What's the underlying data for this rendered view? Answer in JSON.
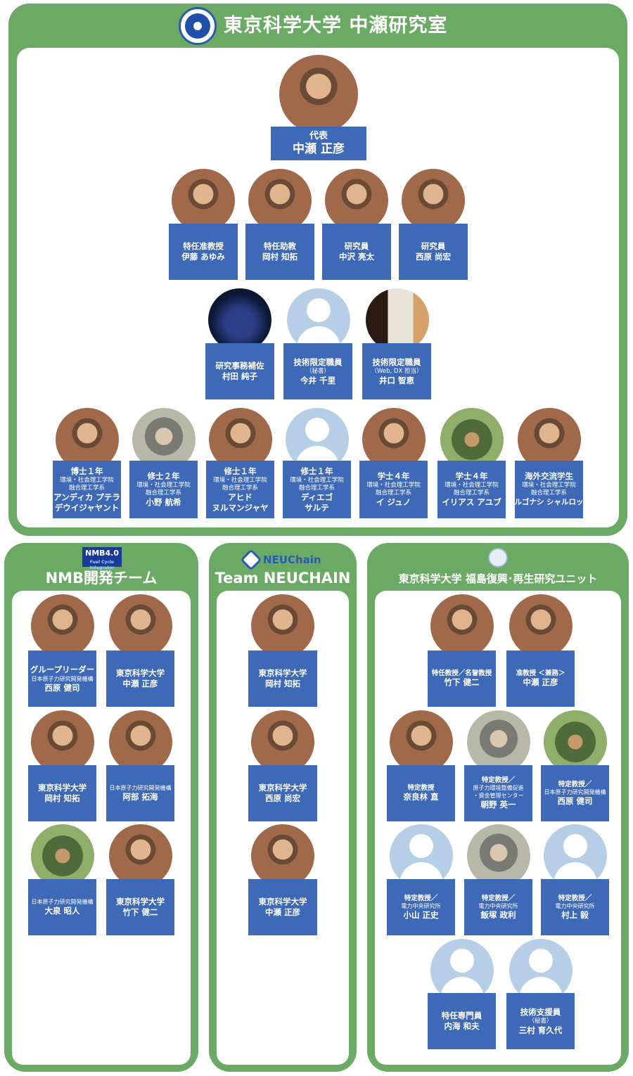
{
  "header": {
    "title": "東京科学大学 中瀬研究室"
  },
  "lab": {
    "boss": {
      "role": "代表",
      "name": "中瀬 正彦"
    },
    "row2": [
      {
        "role": "特任准教授",
        "name": "伊藤 あゆみ"
      },
      {
        "role": "特任助教",
        "name": "岡村 知拓"
      },
      {
        "role": "研究員",
        "name": "中沢 亮太"
      },
      {
        "role": "研究員",
        "name": "西原 尚宏"
      }
    ],
    "row3": [
      {
        "role": "研究事務補佐",
        "name": "村田 純子"
      },
      {
        "role": "技術限定職員",
        "sub": "（秘書）",
        "name": "今井 千里"
      },
      {
        "role": "技術限定職員",
        "sub": "（Web, DX 担当）",
        "name": "井口 智恵"
      }
    ],
    "row4": [
      {
        "role": "博士１年",
        "sub1": "環境・社会理工学院",
        "sub2": "融合理工学系",
        "name1": "アンディカ プテラ",
        "name2": "デウイジャヤント"
      },
      {
        "role": "修士２年",
        "sub1": "環境・社会理工学院",
        "sub2": "融合理工学系",
        "name1": "小野 航希",
        "name2": ""
      },
      {
        "role": "修士１年",
        "sub1": "環境・社会理工学院",
        "sub2": "融合理工学系",
        "name1": "アヒド",
        "name2": "ヌルマンジャヤ"
      },
      {
        "role": "修士１年",
        "sub1": "環境・社会理工学院",
        "sub2": "融合理工学系",
        "name1": "ディエゴ",
        "name2": "サルテ"
      },
      {
        "role": "学士４年",
        "sub1": "環境・社会理工学院",
        "sub2": "融合理工学系",
        "name1": "イ ジュノ",
        "name2": ""
      },
      {
        "role": "学士４年",
        "sub1": "環境・社会理工学院",
        "sub2": "融合理工学系",
        "name1": "イリアス アユブ",
        "name2": ""
      },
      {
        "role": "海外交流学生",
        "sub1": "環境・社会理工学院",
        "sub2": "融合理工学系",
        "name1": "オルゴナシ シャルロッテ",
        "name2": ""
      }
    ]
  },
  "nmb": {
    "badge": "NMB4.0",
    "badge_sub": "Fuel Cycle Integrator",
    "title": "NMB開発チーム",
    "members": [
      {
        "role": "グループリーダー",
        "aff": "日本原子力研究開発機構",
        "name": "西原 健司"
      },
      {
        "role": "東京科学大学",
        "aff": "",
        "name": "中瀬 正彦"
      },
      {
        "role": "東京科学大学",
        "aff": "",
        "name": "岡村 知拓"
      },
      {
        "role": "",
        "aff": "日本原子力研究開発機構",
        "name": "阿部 拓海"
      },
      {
        "role": "",
        "aff": "日本原子力研究開発機構",
        "name": "大泉 昭人"
      },
      {
        "role": "東京科学大学",
        "aff": "",
        "name": "竹下 健二"
      }
    ]
  },
  "neu": {
    "badge": "NEUChain",
    "title": "Team NEUCHAIN",
    "members": [
      {
        "role": "東京科学大学",
        "name": "岡村 知拓"
      },
      {
        "role": "東京科学大学",
        "name": "西原 尚宏"
      },
      {
        "role": "東京科学大学",
        "name": "中瀬 正彦"
      }
    ]
  },
  "fuku": {
    "title": "東京科学大学 福島復興･再生研究ユニット",
    "members": [
      {
        "role": "特任教授／名誉教授",
        "aff": "",
        "name": "竹下 健二"
      },
      {
        "role": "准教授 ＜兼務＞",
        "aff": "",
        "name": "中瀬 正彦"
      },
      {
        "role": "特定教授",
        "aff": "",
        "name": "奈良林 直"
      },
      {
        "role": "特定教授／",
        "aff": "原子力環境整備促進",
        "aff2": "・資金管理センター",
        "name": "朝野 英一"
      },
      {
        "role": "特定教授／",
        "aff": "日本原子力研究開発機構",
        "aff2": "",
        "name": "西原 健司"
      },
      {
        "role": "特定教授／",
        "aff": "電力中央研究所",
        "aff2": "",
        "name": "小山 正史"
      },
      {
        "role": "特定教授／",
        "aff": "電力中央研究所",
        "aff2": "",
        "name": "飯塚 政利"
      },
      {
        "role": "特定教授／",
        "aff": "電力中央研究所",
        "aff2": "",
        "name": "村上 毅"
      },
      {
        "role": "特任専門員",
        "aff": "",
        "name": "内海 和夫"
      },
      {
        "role": "技術支援員",
        "aff": "（秘書）",
        "name": "三村 育久代"
      }
    ]
  },
  "colors": {
    "green": "#6aaa64",
    "card_blue": "#3e69b7",
    "placeholder": "#b7cfe6"
  }
}
